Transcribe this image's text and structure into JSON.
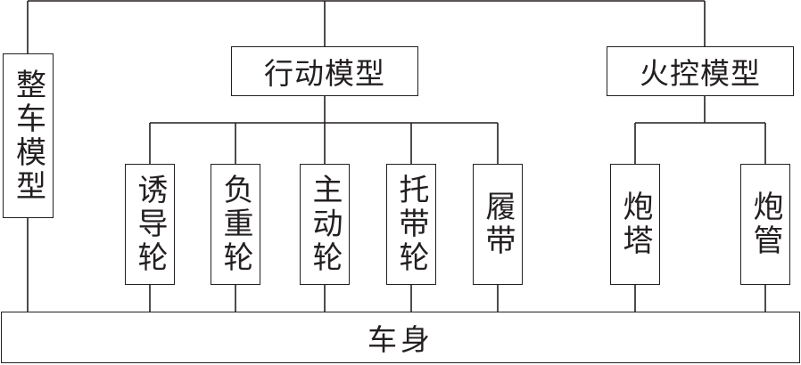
{
  "diagram": {
    "nodes": {
      "whole_vehicle_model": "整车模型",
      "motion_model": "行动模型",
      "fire_control_model": "火控模型",
      "idler_wheel": "诱导轮",
      "road_wheel": "负重轮",
      "drive_sprocket": "主动轮",
      "support_roller": "托带轮",
      "track": "履带",
      "turret": "炮塔",
      "gun_barrel": "炮管",
      "hull": "车身"
    },
    "edges": [
      [
        "whole_vehicle_model",
        "hull"
      ],
      [
        "motion_model",
        "idler_wheel"
      ],
      [
        "motion_model",
        "road_wheel"
      ],
      [
        "motion_model",
        "drive_sprocket"
      ],
      [
        "motion_model",
        "support_roller"
      ],
      [
        "motion_model",
        "track"
      ],
      [
        "fire_control_model",
        "turret"
      ],
      [
        "fire_control_model",
        "gun_barrel"
      ],
      [
        "idler_wheel",
        "hull"
      ],
      [
        "road_wheel",
        "hull"
      ],
      [
        "drive_sprocket",
        "hull"
      ],
      [
        "support_roller",
        "hull"
      ],
      [
        "track",
        "hull"
      ],
      [
        "turret",
        "hull"
      ],
      [
        "gun_barrel",
        "hull"
      ]
    ]
  }
}
